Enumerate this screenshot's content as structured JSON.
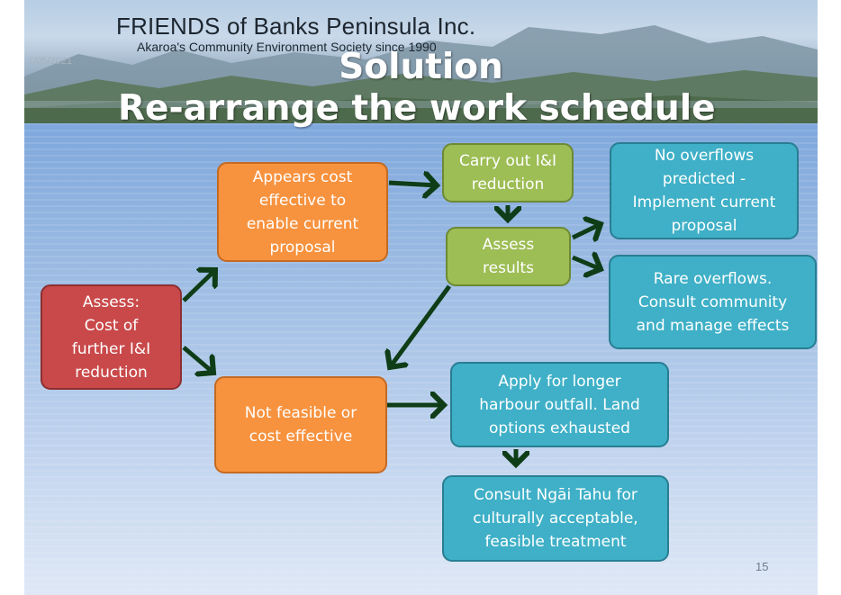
{
  "header": {
    "org_name": "FRIENDS of Banks Peninsula Inc.",
    "org_tagline": "Akaroa's Community Environment Society since 1990",
    "date": "7/05/2021"
  },
  "title": {
    "line1": "Solution",
    "line2": "Re-arrange the work schedule"
  },
  "nodes": {
    "assess_cost": "Assess:\nCost of\nfurther I&I\nreduction",
    "appears_cost_effective": "Appears cost\neffective to\nenable current\nproposal",
    "not_feasible": "Not feasible or\ncost effective",
    "carry_out": "Carry out I&I\nreduction",
    "assess_results": "Assess\nresults",
    "no_overflows": "No overflows\npredicted -\nImplement current\nproposal",
    "rare_overflows": "Rare overflows.\nConsult community\nand manage effects",
    "apply_outfall": "Apply for longer\nharbour outfall. Land\noptions exhausted",
    "consult_ngai_tahu": "Consult Ngāi Tahu for\nculturally acceptable,\nfeasible treatment"
  },
  "colors": {
    "red": "#c9494a",
    "orange": "#f7923e",
    "green": "#9dbd55",
    "teal": "#3fb0c7",
    "arrow": "#0f3d17"
  },
  "footer": {
    "page_number": "15"
  }
}
